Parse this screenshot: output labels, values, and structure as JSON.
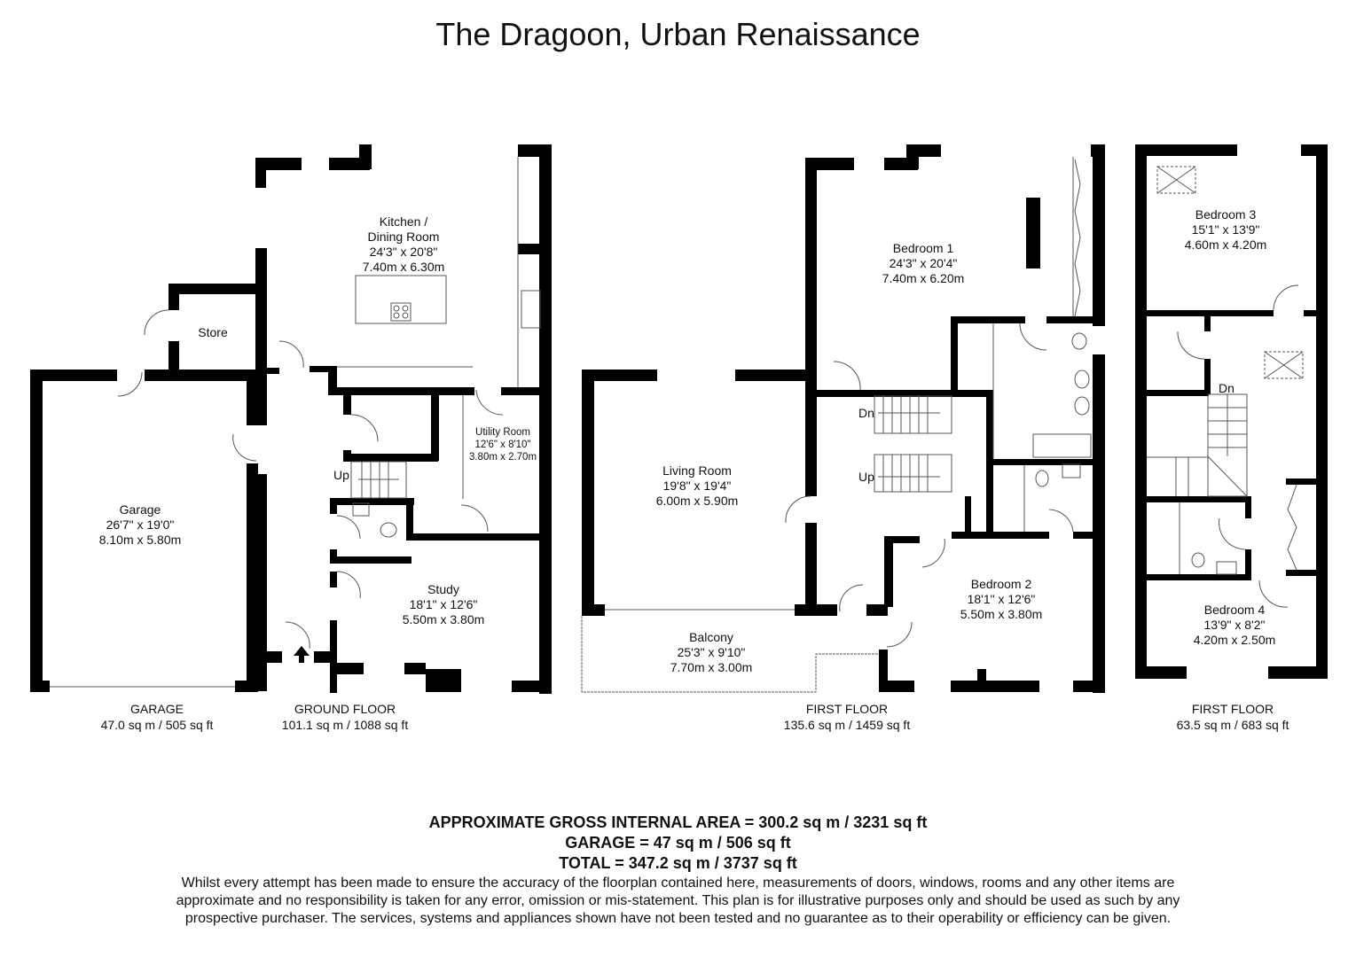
{
  "title": "The Dragoon, Urban Renaissance",
  "rooms": {
    "kitchen": {
      "name_line1": "Kitchen /",
      "name_line2": "Dining Room",
      "imperial": "24'3\" x 20'8\"",
      "metric": "7.40m x 6.30m"
    },
    "store": {
      "name": "Store"
    },
    "garage": {
      "name": "Garage",
      "imperial": "26'7\" x 19'0\"",
      "metric": "8.10m x 5.80m"
    },
    "utility": {
      "name": "Utility Room",
      "imperial": "12'6\" x 8'10\"",
      "metric": "3.80m x 2.70m"
    },
    "study": {
      "name": "Study",
      "imperial": "18'1\" x 12'6\"",
      "metric": "5.50m x 3.80m"
    },
    "bedroom1": {
      "name": "Bedroom 1",
      "imperial": "24'3\" x 20'4\"",
      "metric": "7.40m x 6.20m"
    },
    "living": {
      "name": "Living Room",
      "imperial": "19'8\" x 19'4\"",
      "metric": "6.00m x 5.90m"
    },
    "balcony": {
      "name": "Balcony",
      "imperial": "25'3\" x 9'10\"",
      "metric": "7.70m x 3.00m"
    },
    "bedroom2": {
      "name": "Bedroom 2",
      "imperial": "18'1\" x 12'6\"",
      "metric": "5.50m x 3.80m"
    },
    "bedroom3": {
      "name": "Bedroom 3",
      "imperial": "15'1\" x 13'9\"",
      "metric": "4.60m x 4.20m"
    },
    "bedroom4": {
      "name": "Bedroom 4",
      "imperial": "13'9\" x 8'2\"",
      "metric": "4.20m x 2.50m"
    }
  },
  "stairs": {
    "ground_up": "Up",
    "first_dn": "Dn",
    "first_up": "Up",
    "second_dn": "Dn"
  },
  "floors": [
    {
      "name": "GARAGE",
      "area": "47.0 sq m / 505 sq ft"
    },
    {
      "name": "GROUND FLOOR",
      "area": "101.1 sq m / 1088 sq ft"
    },
    {
      "name": "FIRST FLOOR",
      "area": "135.6 sq m / 1459 sq ft"
    },
    {
      "name": "FIRST FLOOR",
      "area": "63.5 sq m / 683 sq ft"
    }
  ],
  "summary": {
    "gross": "APPROXIMATE GROSS INTERNAL AREA = 300.2 sq m / 3231 sq ft",
    "garage": "GARAGE = 47 sq m / 506 sq ft",
    "total": "TOTAL = 347.2 sq m / 3737 sq ft",
    "disclaimer_1": "Whilst every attempt has been made to ensure the accuracy of the floorplan contained here, measurements of doors, windows, rooms and any other items are",
    "disclaimer_2": "approximate and no responsibility is taken for any error, omission or mis-statement. This plan is for illustrative purposes only and should be used as such by any",
    "disclaimer_3": "prospective purchaser. The services, systems and appliances shown have not been tested and no guarantee as to their operability or efficiency can be given."
  },
  "colors": {
    "wall": "#000000",
    "background": "#ffffff",
    "fixture": "#888888"
  }
}
